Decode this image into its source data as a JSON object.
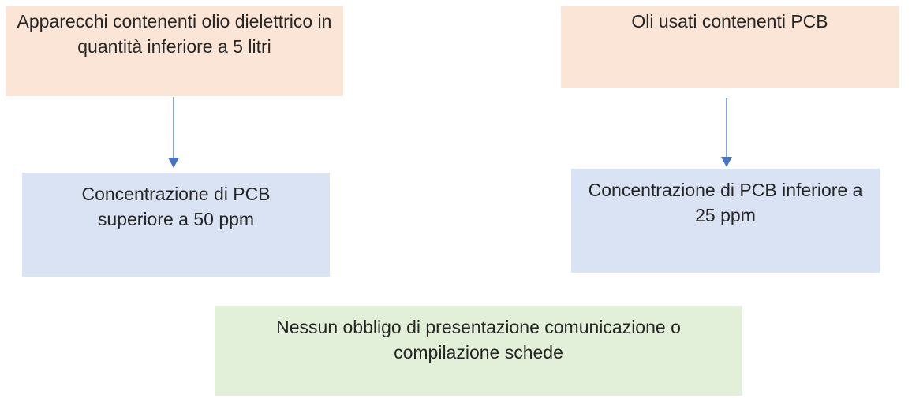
{
  "diagram": {
    "box_top_left": {
      "text": "Apparecchi contenenti olio dielettrico in quantità inferiore a 5 litri"
    },
    "box_top_right": {
      "text": "Oli usati contenenti PCB"
    },
    "box_mid_left": {
      "text": "Concentrazione di PCB superiore a 50 ppm"
    },
    "box_mid_right": {
      "text": "Concentrazione di PCB inferiore a 25 ppm"
    },
    "box_bottom": {
      "text": "Nessun obbligo di presentazione comunicazione o compilazione schede"
    },
    "colors": {
      "peach": "#fbe5d6",
      "blue": "#dae3f3",
      "green": "#e2f0d9",
      "arrow": "#4472c4",
      "text": "#262626"
    }
  }
}
